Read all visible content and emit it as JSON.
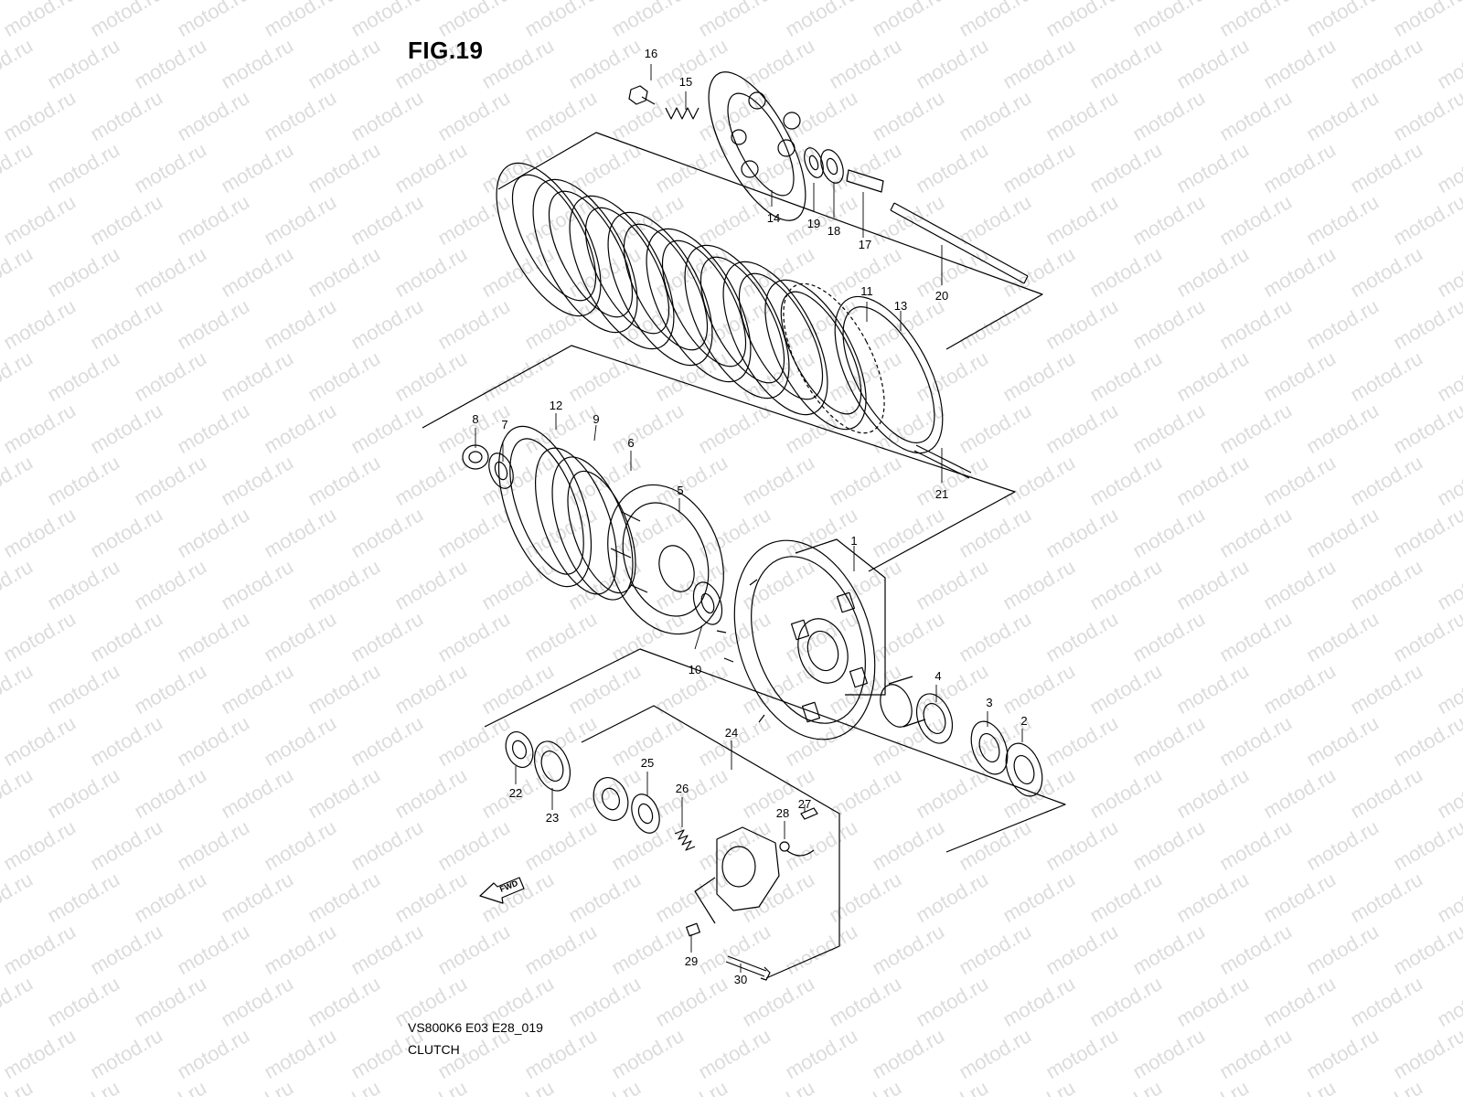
{
  "title": "FIG.19",
  "diagram_code": "VS800K6 E03 E28_019",
  "caption": "CLUTCH",
  "watermark": "motod.ru",
  "fwd_label": "FWD",
  "callouts": [
    "1",
    "2",
    "3",
    "4",
    "5",
    "6",
    "7",
    "8",
    "9",
    "10",
    "11",
    "12",
    "13",
    "14",
    "15",
    "16",
    "17",
    "18",
    "19",
    "20",
    "21",
    "22",
    "23",
    "24",
    "25",
    "26",
    "27",
    "28",
    "29",
    "30"
  ]
}
